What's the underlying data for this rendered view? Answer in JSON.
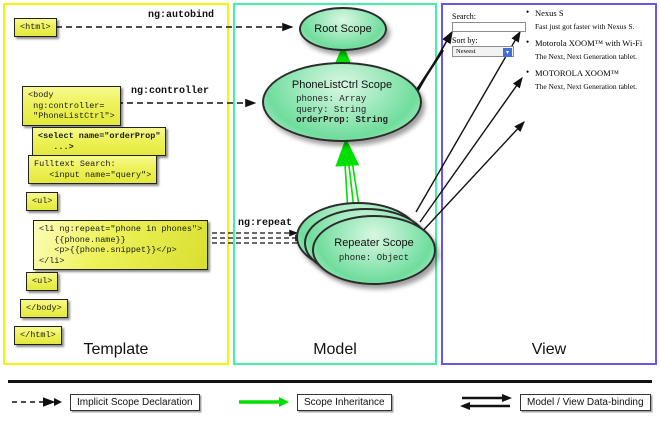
{
  "panels": [
    {
      "id": "template",
      "label": "Template",
      "border_color": "#f3f60a"
    },
    {
      "id": "model",
      "label": "Model",
      "border_color": "#3ff2a8"
    },
    {
      "id": "view",
      "label": "View",
      "border_color": "#6a55e8"
    }
  ],
  "template": {
    "boxes": [
      {
        "id": "html",
        "text": "<html>"
      },
      {
        "id": "body",
        "text": "<body\n ng:controller=\n \"PhoneListCtrl\">"
      },
      {
        "id": "select",
        "text": "<select name=\"orderProp\"\n   ...>"
      },
      {
        "id": "search",
        "text": "Fulltext Search:\n   <input name=\"query\">"
      },
      {
        "id": "ul-open",
        "text": "<ul>"
      },
      {
        "id": "li",
        "text": "<li ng:repeat=\"phone in phones\">\n   {{phone.name}}\n   <p>{{phone.snippet}}</p>\n</li>"
      },
      {
        "id": "ul-close",
        "text": "<ul>"
      },
      {
        "id": "body-end",
        "text": "</body>"
      },
      {
        "id": "html-end",
        "text": "</html>"
      }
    ]
  },
  "model": {
    "scopes": [
      {
        "id": "root",
        "title": "Root\nScope",
        "props": ""
      },
      {
        "id": "phonelist",
        "title": "PhoneListCtrl\nScope",
        "props": "phones: Array\nquery: String\norderProp: String",
        "props_bold_line": "orderProp: String"
      },
      {
        "id": "repeater",
        "title": "Repeater\nScope",
        "props": "phone: Object",
        "stack_count": 3
      }
    ]
  },
  "view": {
    "form": {
      "search_label": "Search:",
      "search_value": "",
      "search_placeholder": "",
      "sort_label": "Sort by:",
      "sort_selected": "Newest",
      "sort_options": [
        "Newest"
      ]
    },
    "phones": [
      {
        "name": "Nexus S",
        "snippet": "Fast just got faster with Nexus S."
      },
      {
        "name": "Motorola XOOM™  with Wi-Fi",
        "snippet": "The Next, Next Generation tablet."
      },
      {
        "name": "MOTOROLA XOOM™",
        "snippet": "The Next, Next Generation tablet."
      }
    ]
  },
  "edge_labels": {
    "autobind": "ng:autobind",
    "controller": "ng:controller",
    "repeat": "ng:repeat"
  },
  "legend": [
    {
      "id": "implicit",
      "label": "Implicit Scope Declaration",
      "style": "dashed-arrow",
      "color": "#111111"
    },
    {
      "id": "inheritance",
      "label": "Scope Inheritance",
      "style": "solid-arrow",
      "color": "#00e000"
    },
    {
      "id": "databinding",
      "label": "Model / View Data-binding",
      "style": "double-arrow",
      "color": "#111111"
    }
  ],
  "colors": {
    "scope_fill": "#6fdd9c",
    "code_fill": "#eef25a",
    "inheritance_green": "#00e000",
    "template_border": "#f3f60a",
    "model_border": "#3ff2a8",
    "view_border": "#6a55e8"
  }
}
